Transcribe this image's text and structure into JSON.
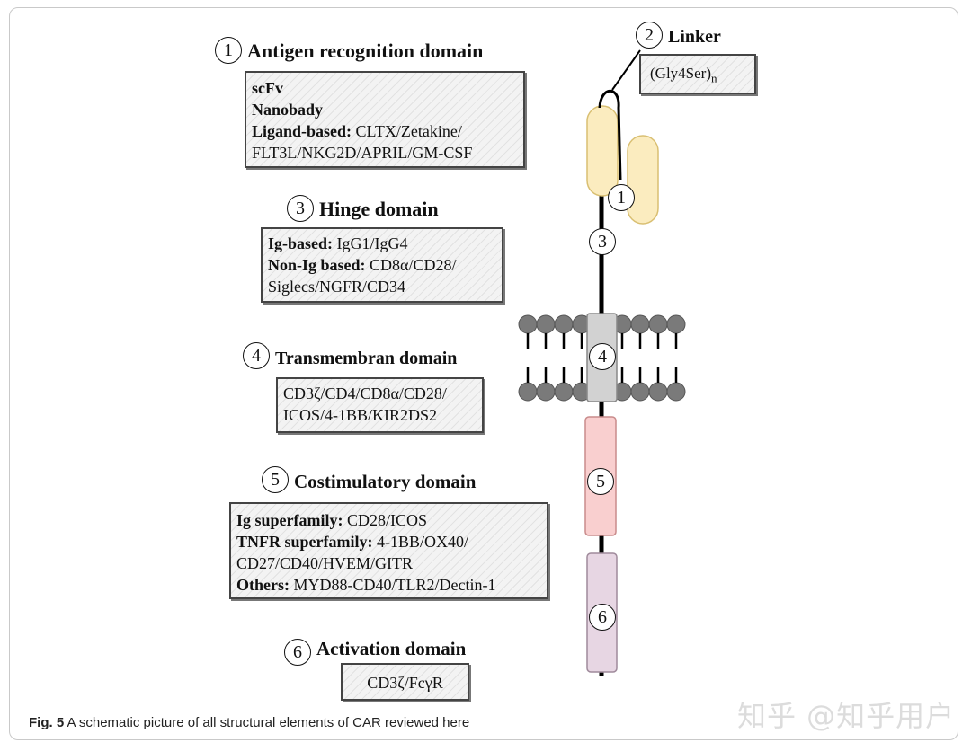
{
  "labels": {
    "n1": "1",
    "n2": "2",
    "n3": "3",
    "n4": "4",
    "n5": "5",
    "n6": "6"
  },
  "antigen": {
    "title": "Antigen recognition domain",
    "line1_bold": "scFv",
    "line2_bold": "Nanobady",
    "line3_bold": "Ligand-based:",
    "line3_text": " CLTX/Zetakine/",
    "line4_text": "FLT3L/NKG2D/APRIL/GM-CSF"
  },
  "linker": {
    "title": "Linker",
    "text_main": "(Gly4Ser)",
    "text_sub": "n"
  },
  "hinge": {
    "title": "Hinge domain",
    "line1_bold": "Ig-based:",
    "line1_text": " IgG1/IgG4",
    "line2_bold": "Non-Ig based:",
    "line2_text": " CD8α/CD28/",
    "line3_text": "Siglecs/NGFR/CD34"
  },
  "transmembrane": {
    "title": "Transmembran domain",
    "line1_text": "CD3ζ/CD4/CD8α/CD28/",
    "line2_text": "ICOS/4-1BB/KIR2DS2"
  },
  "costimulatory": {
    "title": "Costimulatory domain",
    "line1_bold": "Ig superfamily:",
    "line1_text": " CD28/ICOS",
    "line2_bold": "TNFR superfamily:",
    "line2_text": " 4-1BB/OX40/",
    "line3_text": "CD27/CD40/HVEM/GITR",
    "line4_bold": "Others:",
    "line4_text": " MYD88-CD40/TLR2/Dectin-1"
  },
  "activation": {
    "title": "Activation domain",
    "text": "CD3ζ/FcγR"
  },
  "caption": {
    "label": "Fig. 5",
    "text": " A schematic picture of all structural elements of CAR reviewed here"
  },
  "watermark": "知乎 @知乎用户",
  "colors": {
    "scfv_fill": "#fbecbf",
    "scfv_stroke": "#d9bf72",
    "tm_fill": "#d2d2d2",
    "tm_stroke": "#888888",
    "costim_fill": "#f9cfcf",
    "costim_stroke": "#c98b8b",
    "activation_fill": "#e7d6e3",
    "activation_stroke": "#9f8a9b",
    "lipid": "#7a7a7a"
  }
}
